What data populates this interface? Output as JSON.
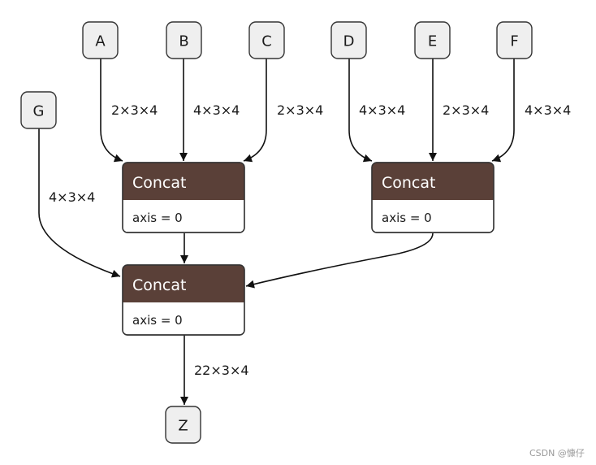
{
  "inputs": [
    {
      "id": "A",
      "label": "A"
    },
    {
      "id": "B",
      "label": "B"
    },
    {
      "id": "C",
      "label": "C"
    },
    {
      "id": "D",
      "label": "D"
    },
    {
      "id": "E",
      "label": "E"
    },
    {
      "id": "F",
      "label": "F"
    },
    {
      "id": "G",
      "label": "G"
    }
  ],
  "output": {
    "id": "Z",
    "label": "Z"
  },
  "ops": [
    {
      "id": "concat1",
      "title": "Concat",
      "attr": "axis = 0"
    },
    {
      "id": "concat2",
      "title": "Concat",
      "attr": "axis = 0"
    },
    {
      "id": "concat3",
      "title": "Concat",
      "attr": "axis = 0"
    }
  ],
  "edges": [
    {
      "from": "A",
      "to": "concat1",
      "label": "2×3×4"
    },
    {
      "from": "B",
      "to": "concat1",
      "label": "4×3×4"
    },
    {
      "from": "C",
      "to": "concat1",
      "label": "2×3×4"
    },
    {
      "from": "D",
      "to": "concat2",
      "label": "4×3×4"
    },
    {
      "from": "E",
      "to": "concat2",
      "label": "2×3×4"
    },
    {
      "from": "F",
      "to": "concat2",
      "label": "4×3×4"
    },
    {
      "from": "G",
      "to": "concat3",
      "label": "4×3×4"
    },
    {
      "from": "concat1",
      "to": "concat3",
      "label": ""
    },
    {
      "from": "concat2",
      "to": "concat3",
      "label": ""
    },
    {
      "from": "concat3",
      "to": "Z",
      "label": "22×3×4"
    }
  ],
  "watermark": "CSDN @慷仔"
}
